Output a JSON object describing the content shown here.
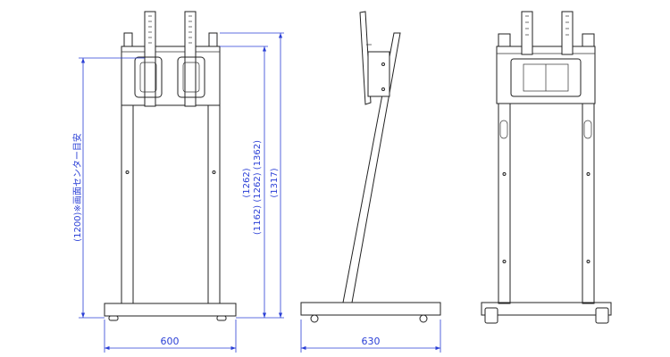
{
  "dimensions": {
    "front_width": "600",
    "side_depth": "630",
    "screen_center": "(1200)※画面センター目安",
    "heights_inner": "(1262)",
    "heights_mid": "(1162) (1262) (1362)",
    "height_total": "(1317)"
  },
  "colors": {
    "line": "#222222",
    "dimension": "#2a3fd6",
    "background": "#ffffff"
  }
}
